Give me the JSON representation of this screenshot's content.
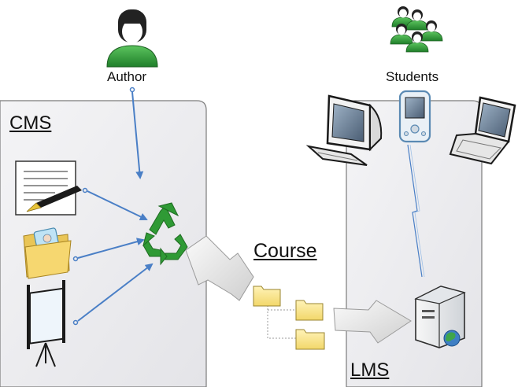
{
  "diagram": {
    "author_label": "Author",
    "students_label": "Students",
    "cms_label": "CMS",
    "course_label": "Course",
    "lms_label": "LMS"
  },
  "icons": [
    "author-user-icon",
    "students-group-icon",
    "document-pen-icon",
    "photo-folder-icon",
    "presentation-easel-icon",
    "recycle-icon",
    "desktop-computer-icon",
    "pda-device-icon",
    "laptop-icon",
    "server-icon",
    "folder-icon"
  ],
  "colors": {
    "panel_fill": "#ededf0",
    "panel_stroke": "#7b7b7b",
    "connector_blue": "#4a7fc6",
    "person_green": "#2e9e3a",
    "recycle_green": "#2f9a35",
    "folder_yellow": "#f7e089"
  }
}
